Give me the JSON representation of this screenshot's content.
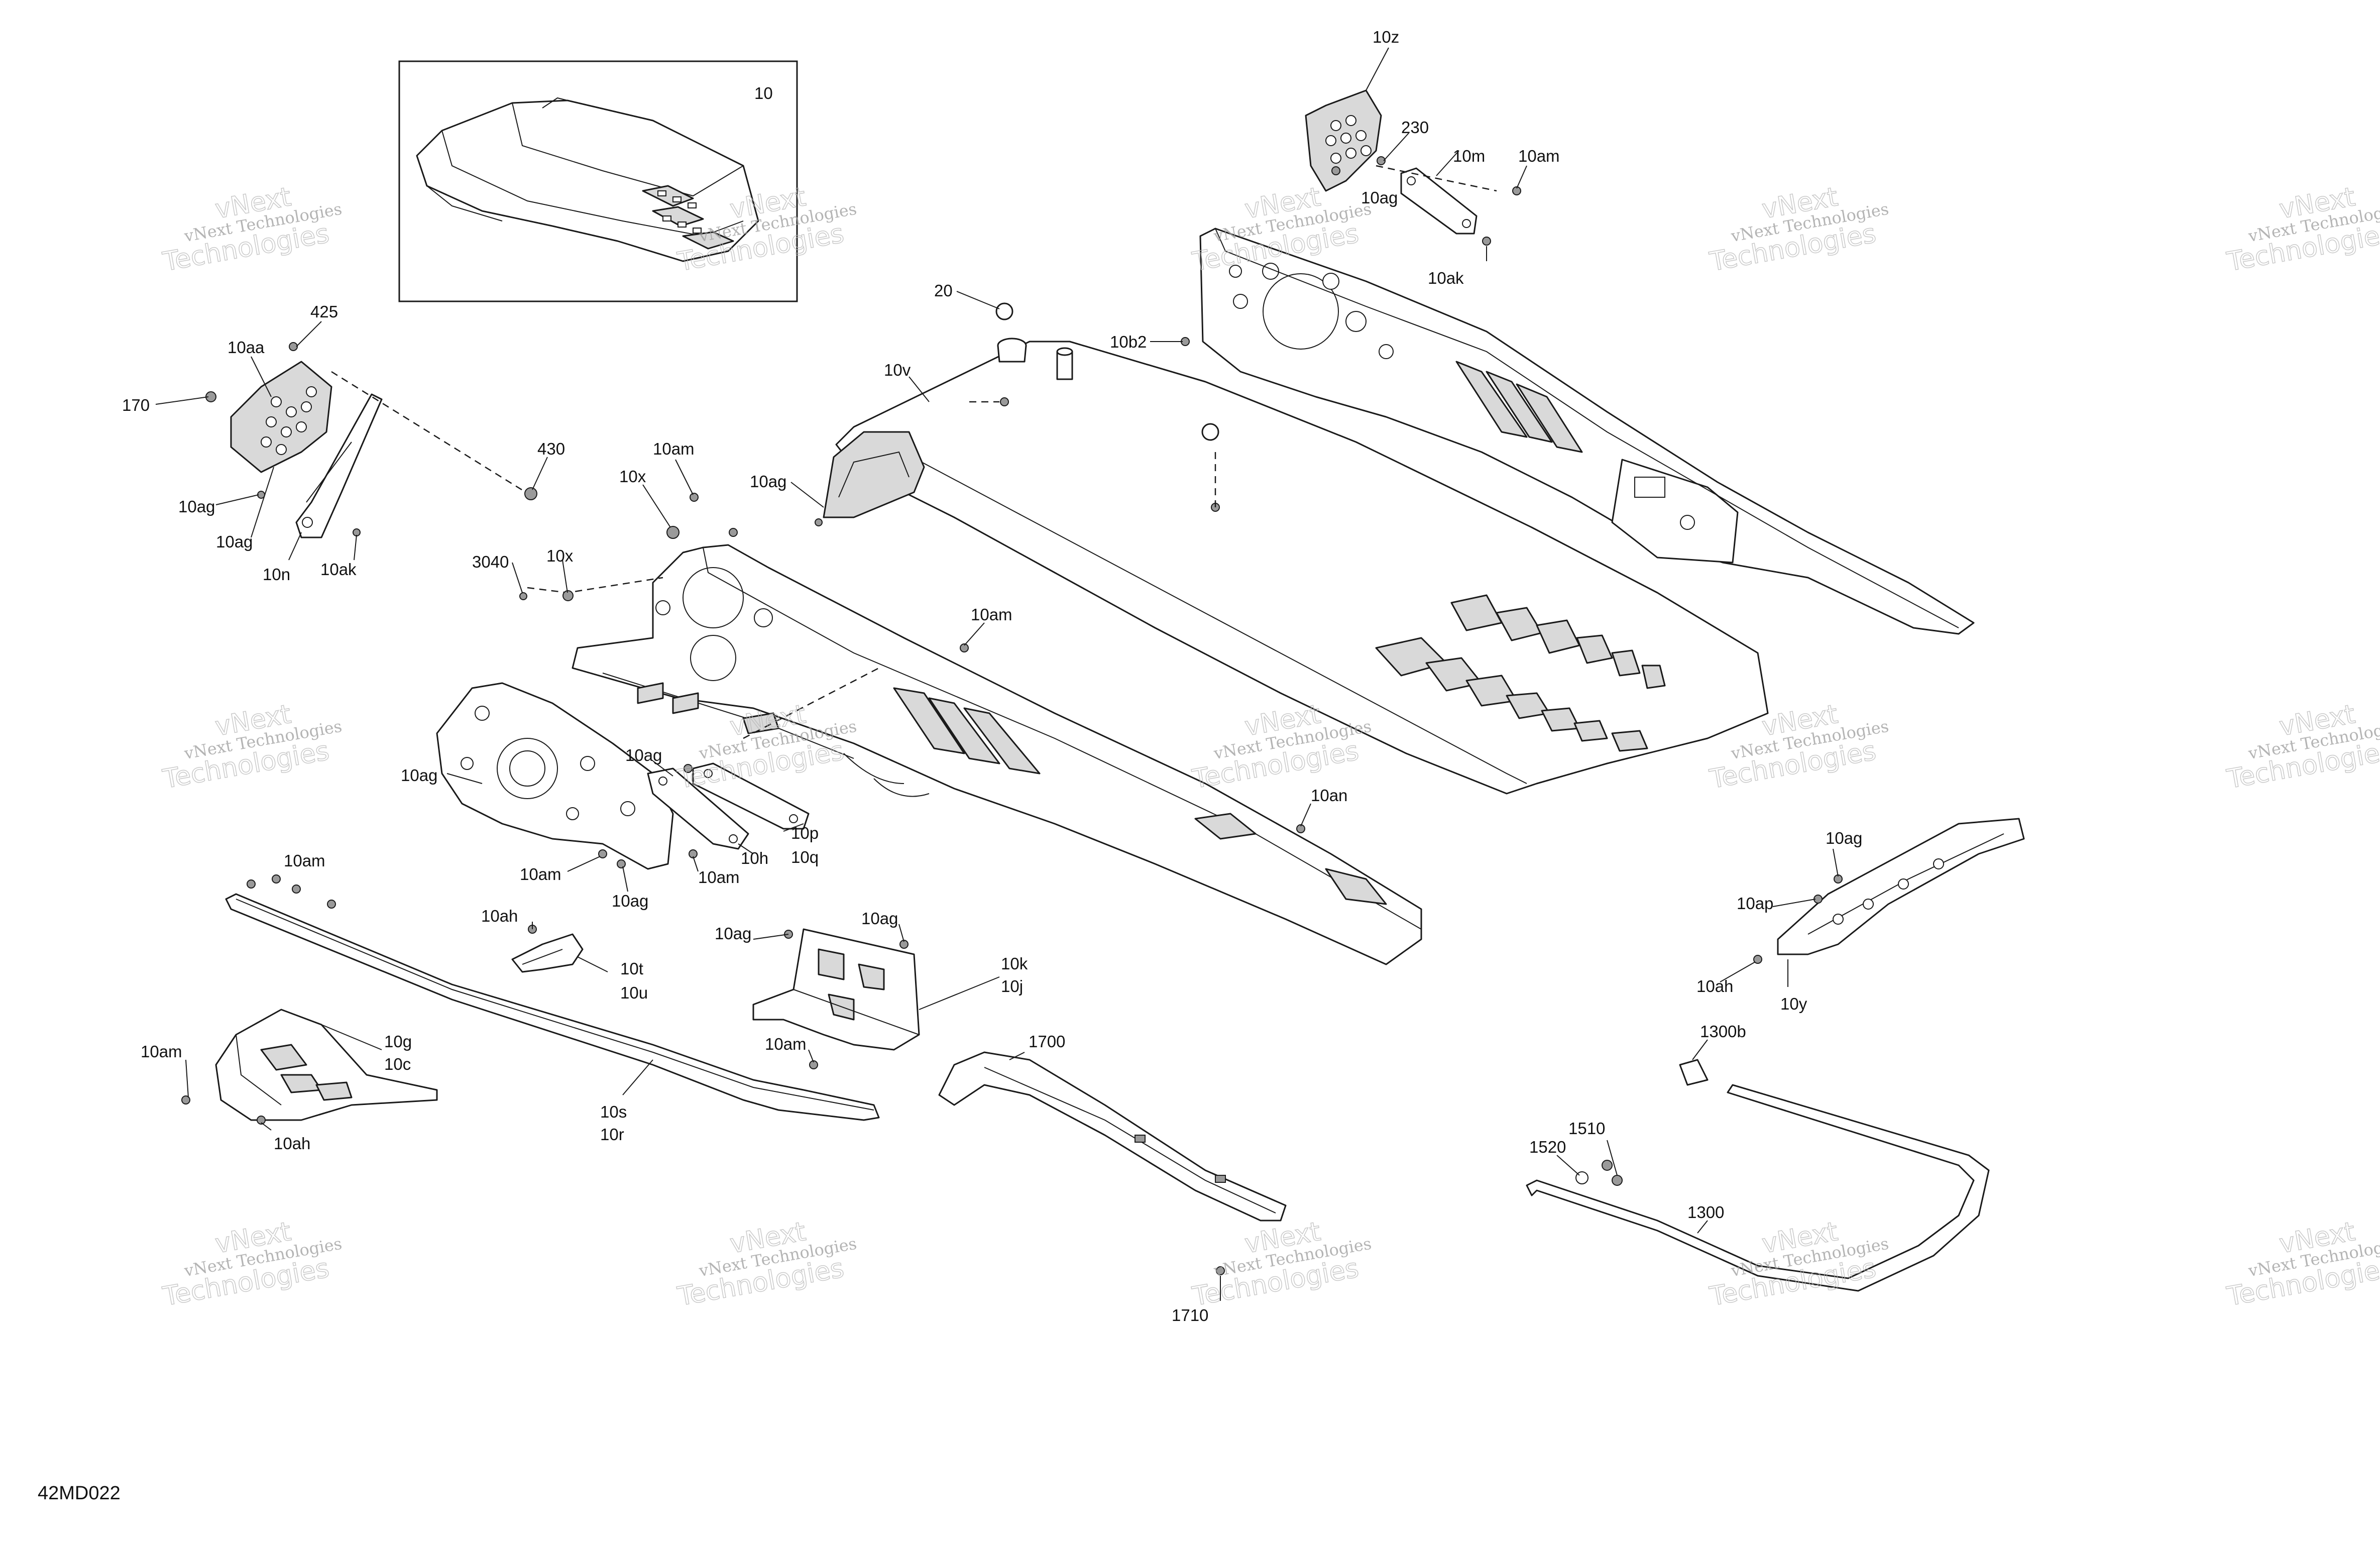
{
  "figure_id": "42MD022",
  "inset_label": "10",
  "watermark": {
    "line1": "vNext Technologies",
    "line2": "vNext",
    "line3": "Technologies"
  },
  "callouts": {
    "c10z": "10z",
    "c230": "230",
    "c10m": "10m",
    "c10am_tr": "10am",
    "c10ag_tr": "10ag",
    "c10ak_tr": "10ak",
    "c20": "20",
    "c10b2": "10b2",
    "c10v": "10v",
    "c10ag_v": "10ag",
    "c425": "425",
    "c10aa": "10aa",
    "c170": "170",
    "c430": "430",
    "c10ag_l1": "10ag",
    "c10ag_l2": "10ag",
    "c10n": "10n",
    "c10ak_l": "10ak",
    "c10am_top": "10am",
    "c10x_1": "10x",
    "c3040": "3040",
    "c10x_2": "10x",
    "c10am_mid": "10am",
    "c10ag_p1": "10ag",
    "c10ag_p2": "10ag",
    "c10h": "10h",
    "c10p": "10p",
    "c10q": "10q",
    "c10am_p1": "10am",
    "c10am_p2": "10am",
    "c10ag_p3": "10ag",
    "c10an": "10an",
    "c10am_rail": "10am",
    "c10ah_t": "10ah",
    "c10t": "10t",
    "c10u": "10u",
    "c10ag_k1": "10ag",
    "c10ag_k2": "10ag",
    "c10k": "10k",
    "c10j": "10j",
    "c10am_k": "10am",
    "c10am_g": "10am",
    "c10g": "10g",
    "c10c": "10c",
    "c10ah_g": "10ah",
    "c10s": "10s",
    "c10r": "10r",
    "c1700": "1700",
    "c1710": "1710",
    "c10ag_y": "10ag",
    "c10ap": "10ap",
    "c10ah_y": "10ah",
    "c10y": "10y",
    "c1300b": "1300b",
    "c1510": "1510",
    "c1520": "1520",
    "c1300": "1300"
  }
}
